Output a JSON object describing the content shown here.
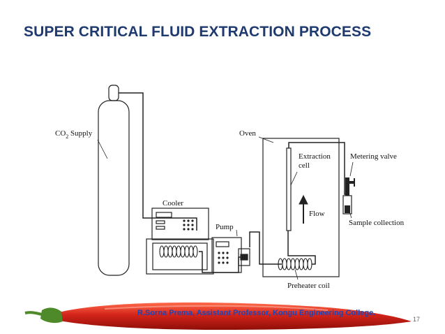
{
  "slide": {
    "title": "SUPER CRITICAL FLUID EXTRACTION PROCESS",
    "footer": "R.Sorna Prema, Assistant Professor, Kongu Engineering College.",
    "page_number": "17"
  },
  "diagram": {
    "labels": {
      "co2": "CO",
      "co2_sub": "2",
      "co2_rest": " Supply",
      "cooler": "Cooler",
      "pump": "Pump",
      "oven": "Oven",
      "extraction_line1": "Extraction",
      "extraction_line2": "cell",
      "flow": "Flow",
      "metering_valve": "Metering valve",
      "sample_collection": "Sample collection",
      "preheater_coil": "Preheater coil"
    }
  },
  "colors": {
    "title": "#1f3a6e",
    "footer": "#1e44b4",
    "chili": "#c81e12",
    "stem": "#4f8a2a"
  }
}
